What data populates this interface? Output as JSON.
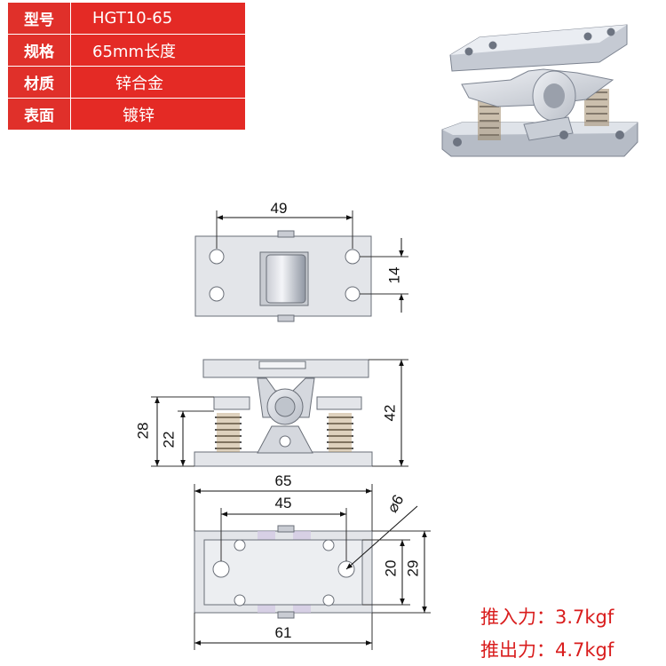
{
  "spec_table": {
    "rows": [
      {
        "key": "型号",
        "value": "HGT10-65"
      },
      {
        "key": "规格",
        "value": "65mm长度"
      },
      {
        "key": "材质",
        "value": "锌合金"
      },
      {
        "key": "表面",
        "value": "镀锌"
      }
    ]
  },
  "top_view": {
    "dim_width": "49",
    "dim_spacing": "14"
  },
  "front_view": {
    "dim_height_total": "42",
    "dim_height_outer": "28",
    "dim_height_inner": "22"
  },
  "bottom_view": {
    "dim_overall": "65",
    "dim_hole_spacing": "45",
    "dim_hole_diameter": "⌀6",
    "dim_inner_height": "20",
    "dim_outer_height": "29",
    "dim_base": "61"
  },
  "forces": {
    "push_in": "推入力：3.7kgf",
    "push_out": "推出力：4.7kgf"
  },
  "colors": {
    "table_red": "#e42a25",
    "force_red": "#d91d1d",
    "metal": "#d5d8de"
  }
}
